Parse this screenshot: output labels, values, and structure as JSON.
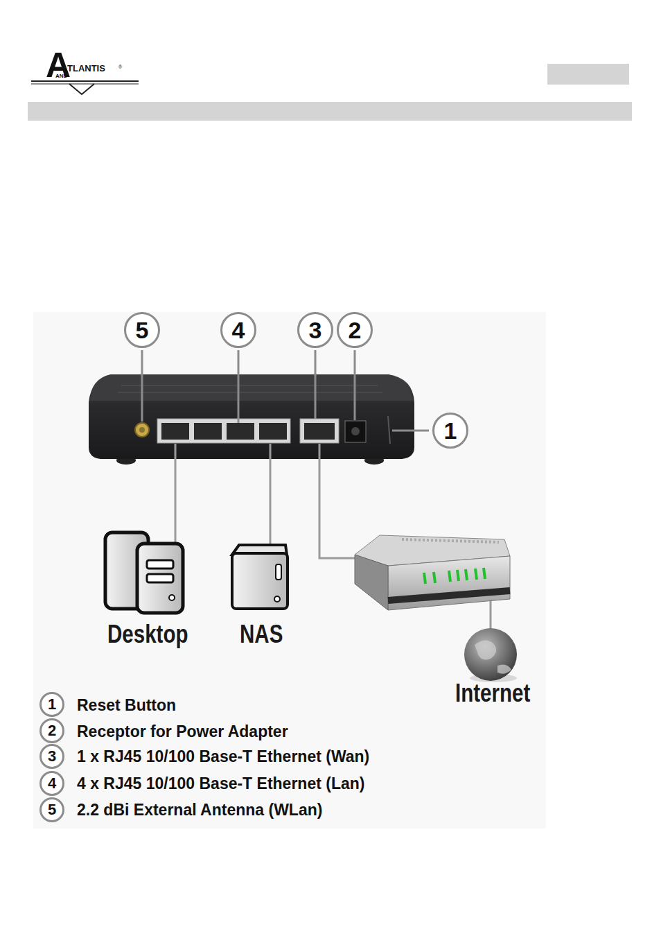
{
  "diagram": {
    "nodes": [
      {
        "text": [
          "5"
        ]
      },
      {
        "text": [
          "4"
        ]
      },
      {
        "text": [
          "3"
        ]
      },
      {
        "text": [
          "2"
        ]
      },
      {
        "text": [
          "1"
        ]
      },
      {
        "text": [
          "1"
        ]
      },
      {
        "text": [
          "2"
        ]
      },
      {
        "text": [
          "3"
        ]
      },
      {
        "text": [
          "4"
        ]
      },
      {
        "text": [
          "5"
        ]
      }
    ],
    "labels": [
      "A",
      "TLANTIS",
      "®",
      "AND",
      "Desktop",
      "NAS",
      "Internet",
      "Reset Button",
      "Receptor for Power Adapter",
      "1 x RJ45 10/100 Base-T Ethernet (Wan)",
      "4 x RJ45 10/100 Base-T Ethernet (Lan)",
      "2.2 dBi External Antenna (WLan)"
    ]
  }
}
